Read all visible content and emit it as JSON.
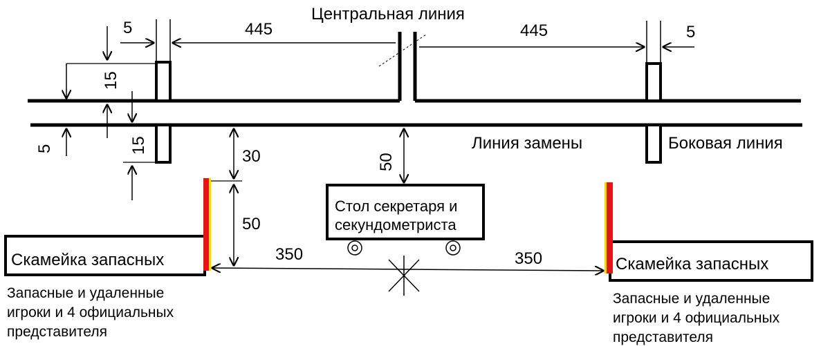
{
  "labels": {
    "center_line": "Центральная линия",
    "substitution_line": "Линия замены",
    "side_line": "Боковая линия"
  },
  "dimensions": {
    "d445_left": "445",
    "d445_right": "445",
    "d5_top_left": "5",
    "d5_top_right": "5",
    "d15_upper": "15",
    "d15_lower": "15",
    "d5_left": "5",
    "d30": "30",
    "d50_left": "50",
    "d50_center": "50",
    "d350_left": "350",
    "d350_right": "350"
  },
  "secretary_table": {
    "line1": "Стол секретаря и",
    "line2": "секундометриста"
  },
  "left_bench": {
    "label": "Скамейка запасных",
    "note_line1": "Запасные и удаленные",
    "note_line2": "игроки и 4 официальных",
    "note_line3": "представителя"
  },
  "right_bench": {
    "label": "Скамейка запасных",
    "note_line1": "Запасные и удаленные",
    "note_line2": "игроки и 4 официальных",
    "note_line3": "представителя"
  },
  "colors": {
    "bench_marker": "#e5141b",
    "bench_marker_edge": "#f2d21b",
    "line": "#000000"
  }
}
